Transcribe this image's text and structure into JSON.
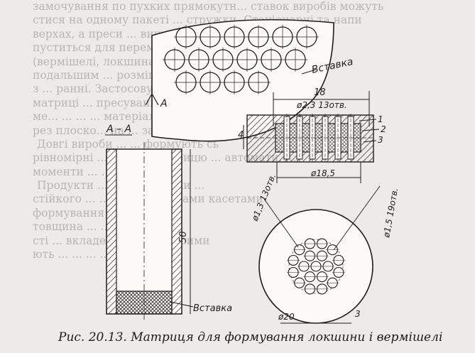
{
  "figure": {
    "caption": "Рис. 20.13. Матриця для формування локшини і вермішелі",
    "labels": {
      "insert_top": "Вставка",
      "insert_bottom": "Вставка",
      "section": "А – А",
      "section_mark_a": "А",
      "dim_18": "18",
      "dim_holes_top": "ø2,3 13отв.",
      "dim_4": "4",
      "dim_1": "1",
      "dim_2": "2",
      "dim_3": "3",
      "dim_d18_5": "ø18,5",
      "dim_holes_left": "ø1,3 13отв.",
      "dim_holes_right": "ø1,5 19отв.",
      "dim_50": "50",
      "dim_20": "ø20",
      "dim_bottom_3": "3"
    }
  },
  "background_text": [
    "замочування по пухких прямокутн... ставок виробів можуть",
    "стися на одному пакеті ... стружки. Стаціонарні та напи",
    "верхах, а преси ... вищих вставок, ... кетс",
    "пуститься для перемінного ... переміщення",
    "(вермішелі, локшина ... ) ... сушіння. З",
    "подальшим ... розміщуванням ... та продукції",
    "з ... ранні. Застосовується ... продукту. Після",
    "матриці ... пресування ... ... в ... ... ...",
    "ме... ... ... ... матеріал",
    "рез плоско... на ... загрози ... ... пину.",
    "Довгі вироби ... ... формують сь",
    "рівномірні ... за ... ... матрицю ... автомати, ...",
    "моменти ... ... прес ...",
    "Продукти ... ... матрицями ...",
    "стійкого ... ... з ... поставками касетами",
    "формування ... ... стовпи.",
    "товщина ... ... 1,5 ... ... ...",
    "сті ... вкладених ... ... ... прими",
    "ють ... ... ... ... ... ..."
  ]
}
